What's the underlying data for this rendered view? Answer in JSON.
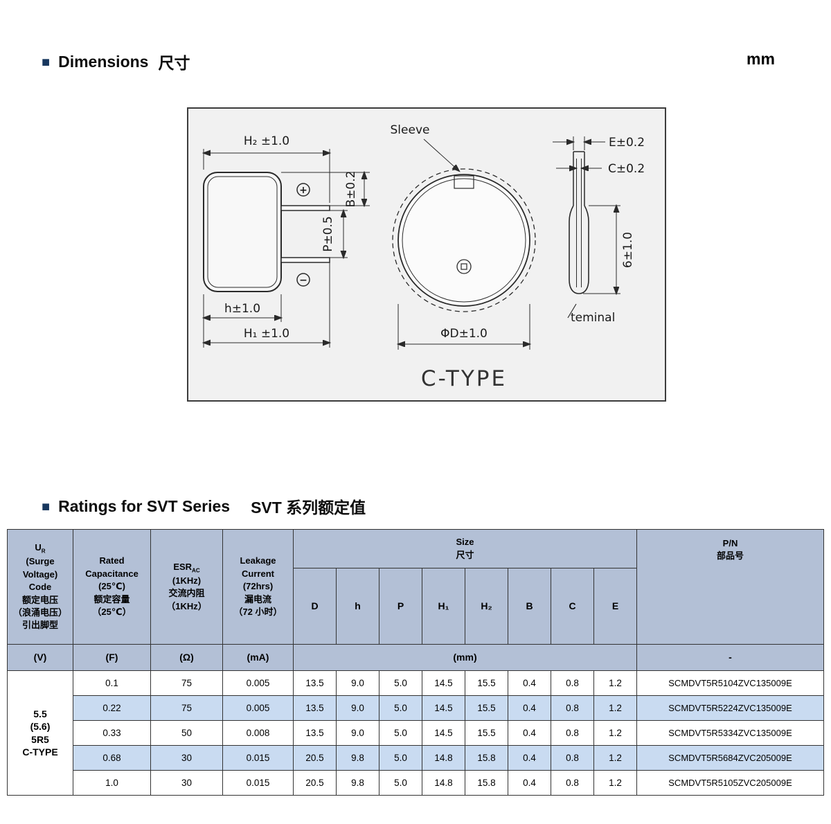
{
  "page": {
    "unit": "mm"
  },
  "sections": {
    "dimensions": {
      "bullet": "■",
      "title_en": "Dimensions",
      "title_zh": "尺寸"
    },
    "ratings": {
      "bullet": "■",
      "title_en": "Ratings for SVT Series",
      "title_zh": "SVT 系列额定值"
    }
  },
  "drawing": {
    "labels": {
      "h2": "H₂ ±1.0",
      "b": "B±0.2",
      "p": "P±0.5",
      "h": "h±1.0",
      "h1": "H₁ ±1.0",
      "sleeve": "Sleeve",
      "dia": "ΦD±1.0",
      "e": "E±0.2",
      "c": "C±0.2",
      "len6": "6±1.0",
      "terminal": "teminal",
      "ctype": "C-TYPE",
      "plus": "+",
      "minus": "−"
    }
  },
  "table": {
    "colors": {
      "header_bg": "#b3c0d6",
      "row_alt_bg": "#c9dbf1",
      "row_bg": "#ffffff"
    },
    "header": {
      "ur_sym": "U",
      "ur_sub": "R",
      "ur_rest": "(Surge\nVoltage)\nCode\n额定电压\n（浪涌电压）\n引出脚型",
      "cap": "Rated\nCapacitance\n(25℃)\n额定容量\n（25℃）",
      "esr_sym": "ESR",
      "esr_sub": "AC",
      "esr_rest": "(1KHz)\n交流内阻\n（1KHz）",
      "leak": "Leakage\nCurrent\n(72hrs)\n漏电流\n（72 小时）",
      "size_en": "Size",
      "size_zh": "尺寸",
      "size_cols": [
        "D",
        "h",
        "P",
        "H₁",
        "H₂",
        "B",
        "C",
        "E"
      ],
      "pn_en": "P/N",
      "pn_zh": "部品号"
    },
    "units": {
      "v": "(V)",
      "f": "(F)",
      "ohm": "(Ω)",
      "ma": "(mA)",
      "mm": "(mm)",
      "dash": "-"
    },
    "group_label": "5.5\n(5.6)\n5R5\nC-TYPE",
    "rows": [
      {
        "cap": "0.1",
        "esr": "75",
        "leak": "0.005",
        "d": "13.5",
        "h": "9.0",
        "p": "5.0",
        "h1": "14.5",
        "h2": "15.5",
        "b": "0.4",
        "c": "0.8",
        "e": "1.2",
        "pn": "SCMDVT5R5104ZVC135009E"
      },
      {
        "cap": "0.22",
        "esr": "75",
        "leak": "0.005",
        "d": "13.5",
        "h": "9.0",
        "p": "5.0",
        "h1": "14.5",
        "h2": "15.5",
        "b": "0.4",
        "c": "0.8",
        "e": "1.2",
        "pn": "SCMDVT5R5224ZVC135009E"
      },
      {
        "cap": "0.33",
        "esr": "50",
        "leak": "0.008",
        "d": "13.5",
        "h": "9.0",
        "p": "5.0",
        "h1": "14.5",
        "h2": "15.5",
        "b": "0.4",
        "c": "0.8",
        "e": "1.2",
        "pn": "SCMDVT5R5334ZVC135009E"
      },
      {
        "cap": "0.68",
        "esr": "30",
        "leak": "0.015",
        "d": "20.5",
        "h": "9.8",
        "p": "5.0",
        "h1": "14.8",
        "h2": "15.8",
        "b": "0.4",
        "c": "0.8",
        "e": "1.2",
        "pn": "SCMDVT5R5684ZVC205009E"
      },
      {
        "cap": "1.0",
        "esr": "30",
        "leak": "0.015",
        "d": "20.5",
        "h": "9.8",
        "p": "5.0",
        "h1": "14.8",
        "h2": "15.8",
        "b": "0.4",
        "c": "0.8",
        "e": "1.2",
        "pn": "SCMDVT5R5105ZVC205009E"
      }
    ]
  }
}
